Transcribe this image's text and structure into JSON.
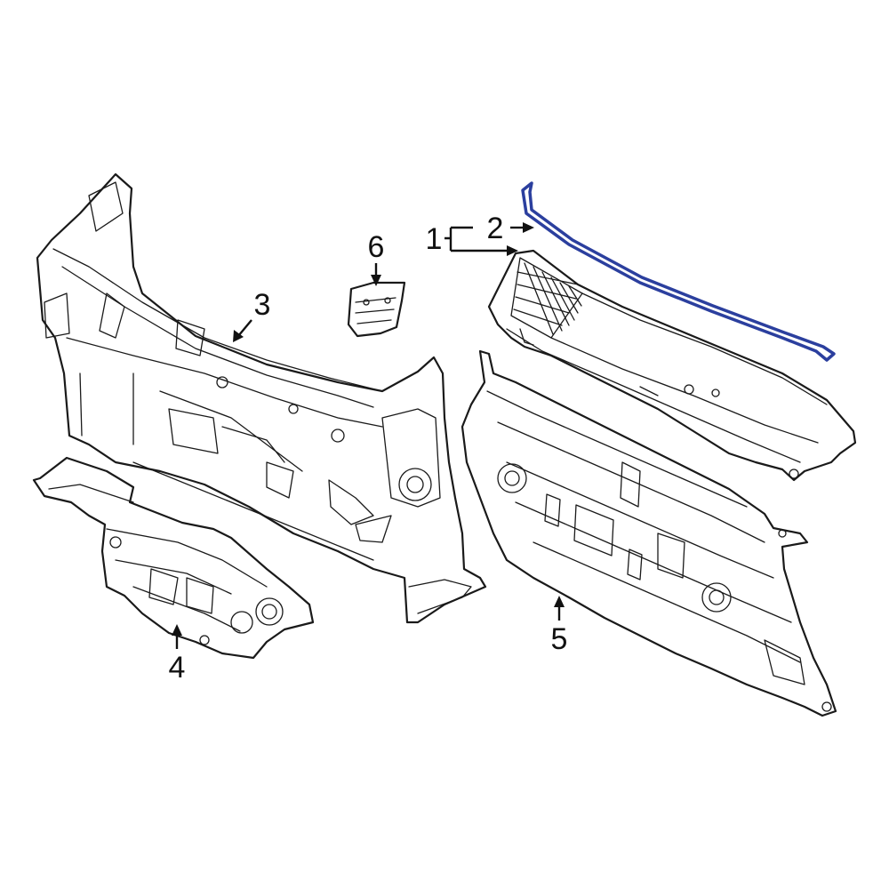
{
  "callouts": [
    {
      "id": "1",
      "text": "1"
    },
    {
      "id": "2",
      "text": "2"
    },
    {
      "id": "3",
      "text": "3"
    },
    {
      "id": "4",
      "text": "4"
    },
    {
      "id": "5",
      "text": "5"
    },
    {
      "id": "6",
      "text": "6"
    }
  ],
  "colors": {
    "highlight": "#2b3f9e",
    "line": "#1a1a1a",
    "background": "#ffffff"
  }
}
